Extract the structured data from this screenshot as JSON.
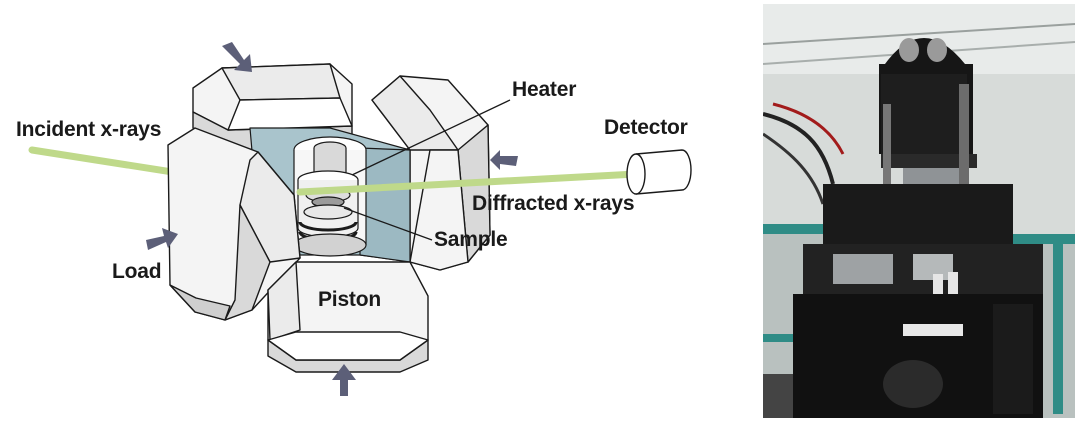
{
  "labels": {
    "incident": "Incident x-rays",
    "heater": "Heater",
    "detector": "Detector",
    "diffracted": "Diffracted x-rays",
    "sample": "Sample",
    "load": "Load",
    "piston": "Piston"
  },
  "colors": {
    "beam": "#bfd98a",
    "anvil_face": "#f4f4f4",
    "anvil_side": "#d9d9d9",
    "cell": "#a9c4cc",
    "arrow": "#5c5f78",
    "outline": "#1a1a1a"
  },
  "icons": {
    "load_arrow": "arrow-icon",
    "detector": "cylinder-icon"
  }
}
